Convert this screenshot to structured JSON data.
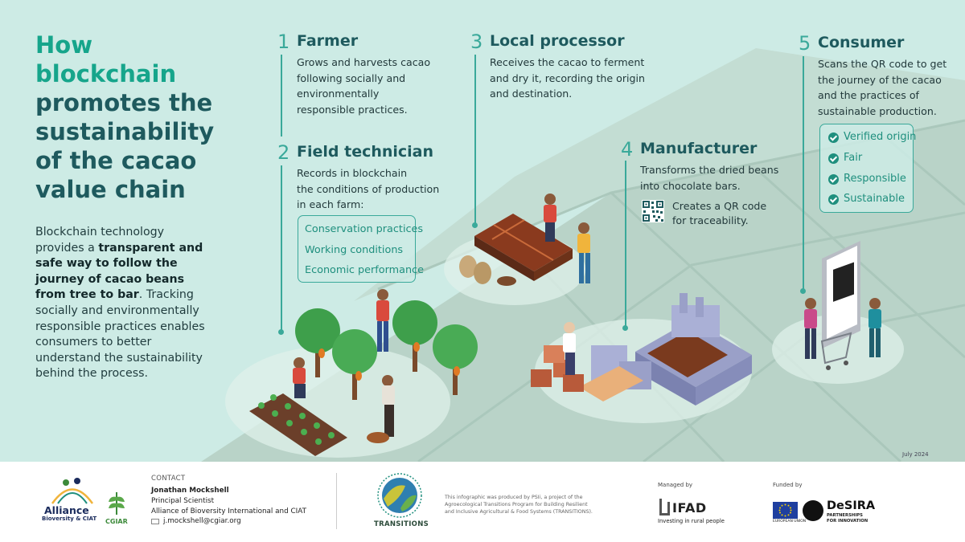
{
  "title": {
    "line1": "How",
    "line2": "blockchain",
    "line3": "promotes the",
    "line4": "sustainability",
    "line5": "of the cacao",
    "line6": "value chain"
  },
  "intro": {
    "t1": "Blockchain technology provides a ",
    "b1": "transparent and safe way to follow the journey of cacao beans from tree to bar",
    "t2": ". Tracking socially and environmentally responsible practices enables consumers to better understand the sustainability behind the process."
  },
  "steps": [
    {
      "number": "1",
      "title": "Farmer",
      "lines": [
        "Grows and harvests cacao",
        "following socially and",
        "environmentally",
        "responsible practices."
      ]
    },
    {
      "number": "2",
      "title": "Field technician",
      "lines": [
        "Records in blockchain",
        "the conditions of production",
        "in each farm:"
      ],
      "items": [
        "Conservation practices",
        "Working conditions",
        "Economic performance"
      ]
    },
    {
      "number": "3",
      "title": "Local processor",
      "lines": [
        "Receives the cacao to ferment",
        "and dry it, recording the origin",
        "and destination."
      ]
    },
    {
      "number": "4",
      "title": "Manufacturer",
      "lines": [
        "Transforms the dried beans",
        "into chocolate bars."
      ],
      "qr_lines": [
        "Creates a QR code",
        "for traceability."
      ]
    },
    {
      "number": "5",
      "title": "Consumer",
      "lines": [
        "Scans the QR code to get",
        "the journey of the cacao",
        "and the practices of",
        "sustainable production."
      ],
      "checks": [
        "Verified origin",
        "Fair",
        "Responsible",
        "Sustainable"
      ]
    }
  ],
  "date": "July 2024",
  "footer": {
    "alliance_name": "Alliance",
    "alliance_sub": "Bioversity & CIAT",
    "cgiar": "CGIAR",
    "contact_label": "CONTACT",
    "contact_name": "Jonathan Mockshell",
    "contact_role": "Principal Scientist",
    "contact_org": "Alliance of Bioversity International and CIAT",
    "contact_email": "j.mockshell@cgiar.org",
    "transitions": "TRANSITIONS",
    "credit_lines": [
      "This infographic was produced by PSIi, a project of the",
      "Agroecological Transitions Program for Building Resilient",
      "and Inclusive Agricultural & Food Systems (TRANSITIONS)."
    ],
    "managed_by": "Managed by",
    "ifad": "IFAD",
    "ifad_tagline": "Investing in rural people",
    "funded_by": "Funded by",
    "eu_tag": "EUROPEAN UNION",
    "desira": "DeSIRA",
    "desira_tag1": "PARTNERSHIPS",
    "desira_tag2": "FOR INNOVATION"
  },
  "colors": {
    "background": "#cdebe5",
    "accent": "#3aa99a",
    "heading": "#1e5a5e",
    "highlight": "#16a58b"
  }
}
